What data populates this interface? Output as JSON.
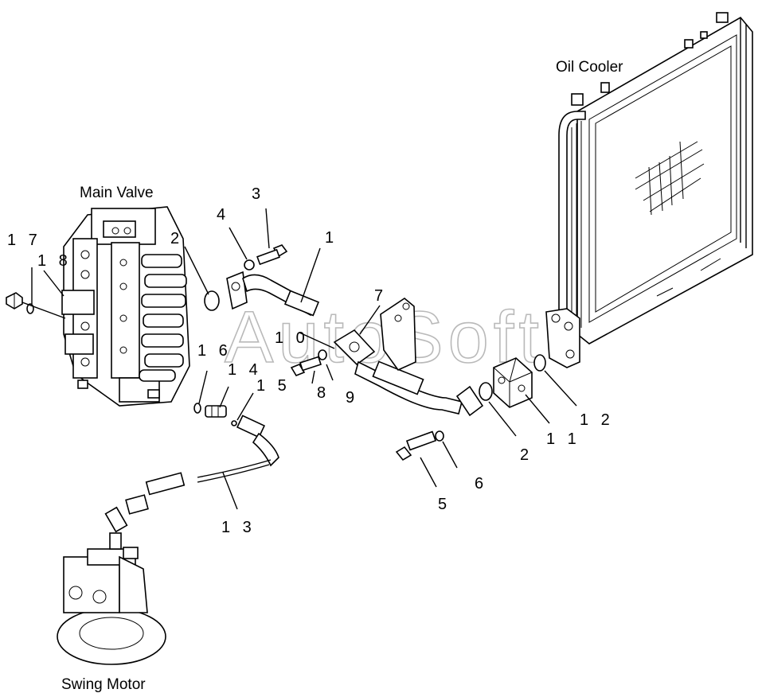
{
  "watermark": "AutoSoft",
  "components": {
    "main_valve": "Main Valve",
    "oil_cooler": "Oil Cooler",
    "swing_motor": "Swing Motor"
  },
  "callouts": [
    "1",
    "2",
    "2",
    "3",
    "4",
    "5",
    "6",
    "7",
    "8",
    "9",
    "1 0",
    "1 1",
    "1 2",
    "1 3",
    "1 4",
    "1 5",
    "1 6",
    "1 7",
    "1 8"
  ]
}
